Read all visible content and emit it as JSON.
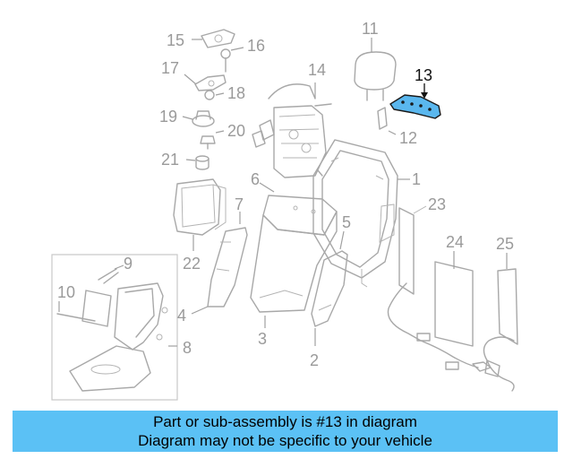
{
  "diagram": {
    "callouts": [
      {
        "id": "1",
        "label": "1"
      },
      {
        "id": "2",
        "label": "2"
      },
      {
        "id": "3",
        "label": "3"
      },
      {
        "id": "4",
        "label": "4"
      },
      {
        "id": "5",
        "label": "5"
      },
      {
        "id": "6",
        "label": "6"
      },
      {
        "id": "7",
        "label": "7"
      },
      {
        "id": "8",
        "label": "8"
      },
      {
        "id": "9",
        "label": "9"
      },
      {
        "id": "10",
        "label": "10"
      },
      {
        "id": "11",
        "label": "11"
      },
      {
        "id": "12",
        "label": "12"
      },
      {
        "id": "13",
        "label": "13",
        "highlighted": true
      },
      {
        "id": "14",
        "label": "14"
      },
      {
        "id": "15",
        "label": "15"
      },
      {
        "id": "16",
        "label": "16"
      },
      {
        "id": "17",
        "label": "17"
      },
      {
        "id": "18",
        "label": "18"
      },
      {
        "id": "19",
        "label": "19"
      },
      {
        "id": "20",
        "label": "20"
      },
      {
        "id": "21",
        "label": "21"
      },
      {
        "id": "22",
        "label": "22"
      },
      {
        "id": "23",
        "label": "23"
      },
      {
        "id": "24",
        "label": "24"
      },
      {
        "id": "25",
        "label": "25"
      }
    ],
    "colors": {
      "parts": "#a8a8a8",
      "highlight_fill": "#5ab7ee",
      "highlight_stroke": "#1a1a1a"
    }
  },
  "banner": {
    "line1": "Part or sub-assembly is #13 in diagram",
    "line2": "Diagram may not be specific to your vehicle",
    "color": "#5bc1f5"
  }
}
